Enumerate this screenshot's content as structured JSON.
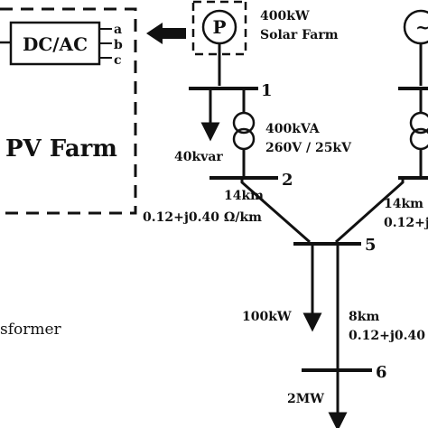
{
  "colors": {
    "ink": "#111111",
    "background": "#ffffff"
  },
  "pv_farm": {
    "title": "PV Farm",
    "converter_label": "DC/AC",
    "phases": [
      "a",
      "b",
      "c"
    ]
  },
  "solar_source": {
    "symbol": "P",
    "rating": "400kW",
    "name": "Solar Farm"
  },
  "generator_symbol": "~",
  "buses": [
    "1",
    "2",
    "5",
    "6"
  ],
  "transformer": {
    "rating": "400kVA",
    "voltage": "260V / 25kV"
  },
  "loads": {
    "bus1_reactive": "40kvar",
    "bus5_active": "100kW",
    "bus6_active": "2MW"
  },
  "lines": {
    "line_2_5_length": "14km",
    "line_2_5_impedance": "0.12+j0.40 Ω/km",
    "line_right_length": "14km",
    "line_right_impedance": "0.12+j",
    "line_5_6_length": "8km",
    "line_5_6_impedance": "0.12+j0.40"
  },
  "legend_fragment": "sformer",
  "icons": [
    "power-flow-arrow-icon",
    "solar-source-icon",
    "transformer-icon",
    "load-arrow-icon",
    "ac-generator-icon"
  ]
}
